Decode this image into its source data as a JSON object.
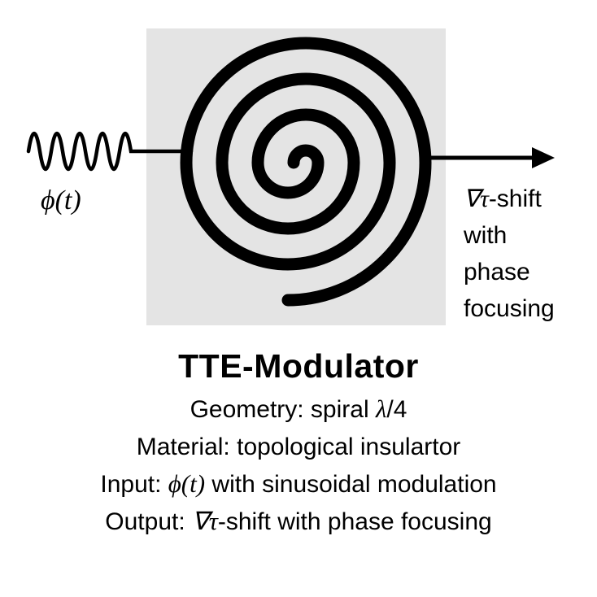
{
  "title": "TTE-Modulator",
  "diagram": {
    "input_label": "ϕ(t)",
    "output_label": {
      "line1_math": "∇τ",
      "line1_text": "-shift",
      "line2": "with",
      "line3": "phase",
      "line4": "focusing"
    }
  },
  "specs": {
    "geometry": {
      "prefix": "Geometry: spiral ",
      "math": "λ",
      "suffix": "/4"
    },
    "material": {
      "prefix": "Material: topological insulartor",
      "math": "",
      "suffix": ""
    },
    "input": {
      "prefix": "Input: ",
      "math": "ϕ(t)",
      "suffix": " with sinusoidal modulation"
    },
    "output": {
      "prefix": "Output: ",
      "math": "∇τ",
      "suffix": "-shift with phase focusing"
    }
  },
  "colors": {
    "background": "#ffffff",
    "box_fill": "#e4e4e4",
    "ink": "#000000"
  }
}
